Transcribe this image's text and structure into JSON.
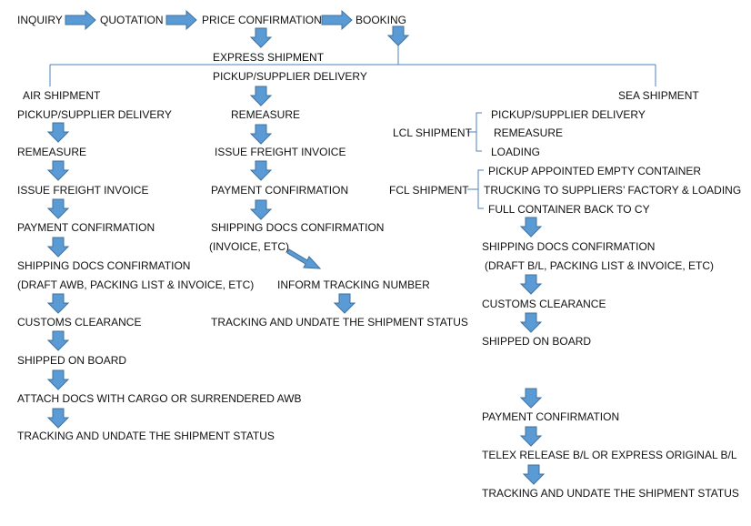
{
  "colors": {
    "arrow_fill": "#5b9bd5",
    "arrow_stroke": "#41719c",
    "line": "#4f81bd",
    "text": "#111111"
  },
  "top_flow": {
    "inquiry": "INQUIRY",
    "quotation": "QUOTATION",
    "price_confirmation": "PRICE CONFIRMATION",
    "booking": "BOOKING"
  },
  "express": {
    "title": "EXPRESS SHIPMENT",
    "pickup": "PICKUP/SUPPLIER DELIVERY",
    "remeasure": "REMEASURE",
    "issue_invoice": "ISSUE FREIGHT INVOICE",
    "payment": "PAYMENT CONFIRMATION",
    "docs_confirmation": "SHIPPING DOCS CONFIRMATION",
    "docs_detail": "(INVOICE, ETC)",
    "inform_tracking": "INFORM TRACKING NUMBER",
    "tracking": "TRACKING AND UNDATE THE SHIPMENT STATUS"
  },
  "air": {
    "title": "AIR SHIPMENT",
    "pickup": "PICKUP/SUPPLIER DELIVERY",
    "remeasure": "REMEASURE",
    "issue_invoice": "ISSUE FREIGHT INVOICE",
    "payment": "PAYMENT CONFIRMATION",
    "docs_confirmation": "SHIPPING DOCS CONFIRMATION",
    "docs_detail": "(DRAFT AWB, PACKING LIST & INVOICE, ETC)",
    "customs": "CUSTOMS CLEARANCE",
    "shipped": "SHIPPED ON BOARD",
    "attach_docs": "ATTACH DOCS WITH CARGO OR SURRENDERED AWB",
    "tracking": "TRACKING AND UNDATE THE SHIPMENT STATUS"
  },
  "sea": {
    "title": "SEA SHIPMENT",
    "lcl": {
      "label": "LCL SHIPMENT",
      "items": [
        "PICKUP/SUPPLIER DELIVERY",
        "REMEASURE",
        "LOADING"
      ]
    },
    "fcl": {
      "label": "FCL SHIPMENT",
      "items": [
        "PICKUP APPOINTED EMPTY CONTAINER",
        "TRUCKING TO SUPPLIERS’ FACTORY & LOADING",
        "FULL CONTAINER BACK TO CY"
      ]
    },
    "docs_confirmation": "SHIPPING DOCS CONFIRMATION",
    "docs_detail": "(DRAFT B/L, PACKING LIST & INVOICE, ETC)",
    "customs": "CUSTOMS CLEARANCE",
    "shipped": "SHIPPED ON BOARD",
    "payment": "PAYMENT CONFIRMATION",
    "release": "TELEX RELEASE B/L OR EXPRESS ORIGINAL B/L",
    "tracking": "TRACKING AND UNDATE THE SHIPMENT STATUS"
  }
}
